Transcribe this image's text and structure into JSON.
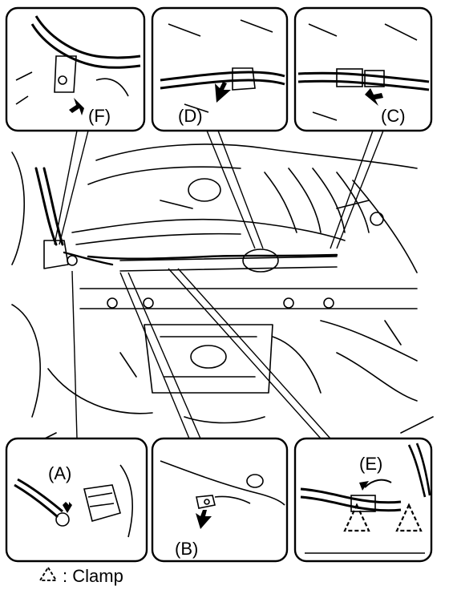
{
  "callouts": {
    "F": "(F)",
    "D": "(D)",
    "C": "(C)",
    "A": "(A)",
    "B": "(B)",
    "E": "(E)"
  },
  "legend": {
    "text": "Clamp",
    "symbol": "dashed-triangle-icon"
  }
}
